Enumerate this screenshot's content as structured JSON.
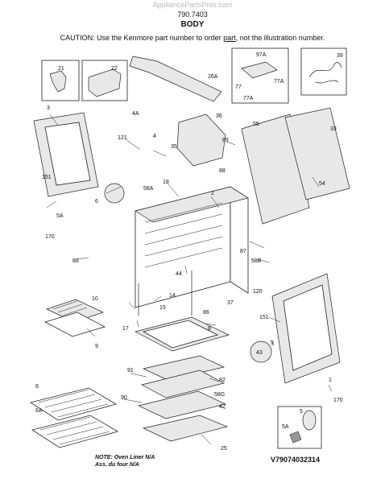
{
  "header": {
    "watermark": "AppliancePartsPros.com",
    "model": "790.7403",
    "title": "BODY",
    "caution_before": "CAUTION: Use the Kenmore part number to order ",
    "caution_link": "part",
    "caution_after": ", not the illustration number."
  },
  "labels": {
    "p21": "21",
    "p22": "22",
    "p26a": "26A",
    "p97a": "97A",
    "p39": "39",
    "p77": "77",
    "p77a_1": "77A",
    "p77a_2": "77A",
    "p3_top": "3",
    "p4a": "4A",
    "p36": "36",
    "p55": "55",
    "p33": "33",
    "p121": "121",
    "p4": "4",
    "p35": "35",
    "p89": "89",
    "p88": "88",
    "p151_left": "151",
    "p18": "18",
    "p2": "2",
    "p54": "54",
    "p6": "6",
    "p58a": "58A",
    "p5a_left": "5A",
    "p170_left": "170",
    "p86_left": "86",
    "p44": "44",
    "p87": "87",
    "p58b": "58B",
    "p120": "120",
    "p37": "37",
    "p86_mid": "86",
    "p10": "10",
    "p14": "14",
    "p15": "15",
    "p17": "17",
    "p9": "9",
    "p8": "8",
    "p151_right": "151",
    "p3_right": "3",
    "p43": "43",
    "p1": "1",
    "p170_right": "170",
    "p91": "91",
    "p82": "82",
    "p58g": "58G",
    "p90": "90",
    "p42": "42",
    "p5a_right": "5A",
    "p5": "5",
    "p6_left": "6",
    "p6a": "6A",
    "p25": "25"
  },
  "footer": {
    "note_line1": "NOTE: Oven Liner N/A",
    "note_line2": "Ass. du four N/A",
    "illustration_code": "V79074032314"
  }
}
